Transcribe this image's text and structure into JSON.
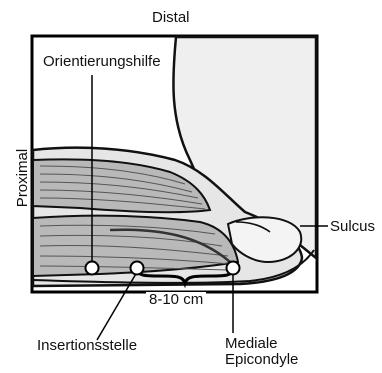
{
  "labels": {
    "distal": "Distal",
    "proximal": "Proximal",
    "orientation": "Orientierungshilfe",
    "sulcus": "Sulcus",
    "insertion": "Insertionsstelle",
    "epicondyle_line1": "Mediale",
    "epicondyle_line2": "Epicondyle",
    "distance": "8-10 cm"
  },
  "colors": {
    "frame": "#000000",
    "arm_skin": "#efefef",
    "muscle": "#b9b9b9",
    "muscle_dark": "#8a8a8a",
    "marker_fill": "#ffffff"
  }
}
